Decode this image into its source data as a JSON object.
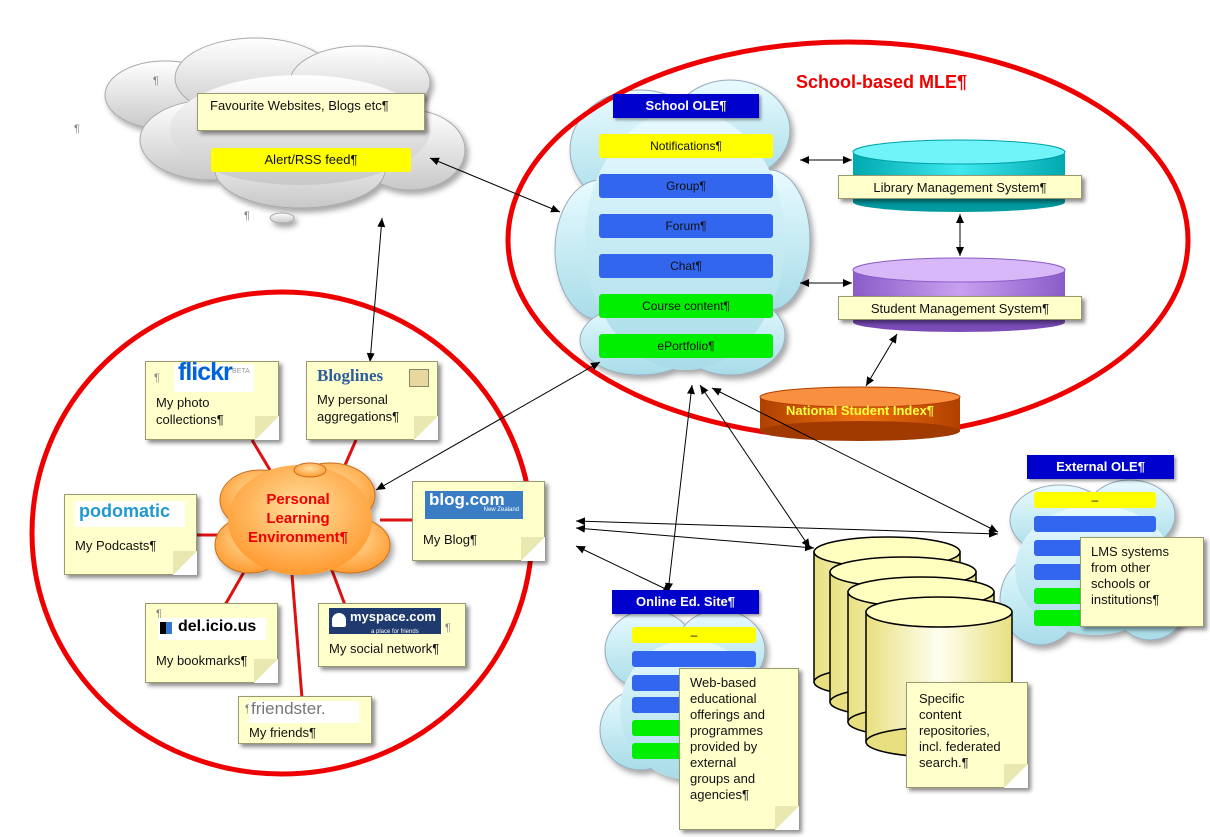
{
  "colors": {
    "red": "#ee0000",
    "header_blue": "#0000cc",
    "note_yellow": "#ffffcc",
    "bar_yellow": "#ffff00",
    "bar_blue": "#3366ee",
    "bar_green": "#00ee00",
    "cloud_blue": "#c8ecf4",
    "cloud_grey": "#e6e6e6",
    "cloud_orange": "#ffa040"
  },
  "school_mle": {
    "title": "School-based MLE¶"
  },
  "school_ole": {
    "header": "School OLE¶",
    "items": [
      "Notifications¶",
      "Group¶",
      "Forum¶",
      "Chat¶",
      "Course content¶",
      "ePortfolio¶"
    ]
  },
  "systems": {
    "library": "Library Management System¶",
    "student": "Student Management System¶",
    "national": "National Student Index¶"
  },
  "web_cloud": {
    "favourites": "Favourite Websites, Blogs etc¶",
    "alert": "Alert/RSS feed¶"
  },
  "ple": {
    "line1": "Personal",
    "line2": "Learning",
    "line3": "Environment¶"
  },
  "services": {
    "flickr": {
      "logo": "flickr",
      "beta": "BETA",
      "line1": "My photo",
      "line2": "collections¶"
    },
    "bloglines": {
      "logo": "Bloglines",
      "line1": "My personal",
      "line2": "aggregations¶"
    },
    "podomatic": {
      "logo": "podomatic",
      "label": "My Podcasts¶"
    },
    "blog": {
      "logo": "blog.com",
      "sub": "New Zealand",
      "label": "My Blog¶"
    },
    "delicious": {
      "logo": "del.icio.us",
      "label": "My bookmarks¶"
    },
    "myspace": {
      "logo": "myspace.com",
      "sub": "a place for friends",
      "label": "My social network¶"
    },
    "friendster": {
      "logo": "friendster.",
      "label": "My friends¶"
    }
  },
  "external_ole": {
    "header": "External OLE¶",
    "top_item": "–",
    "note": [
      "LMS systems",
      "from other",
      "schools or",
      "institutions¶"
    ]
  },
  "online_ed": {
    "header": "Online Ed. Site¶",
    "top_item": "–",
    "note": [
      "Web-based",
      "educational",
      "offerings and",
      "programmes",
      "provided by",
      "external",
      "groups and",
      "agencies¶"
    ]
  },
  "repositories": {
    "note": [
      "Specific",
      "content",
      "repositories,",
      "incl. federated",
      "search.¶"
    ]
  },
  "pilcrow": "¶"
}
